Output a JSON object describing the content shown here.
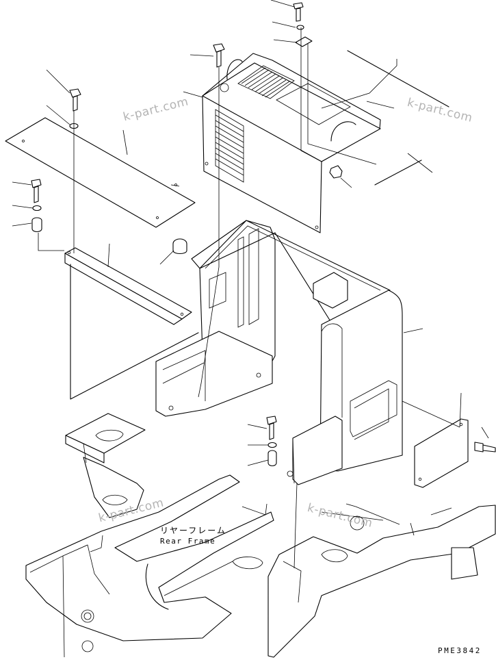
{
  "watermark": "k-part.com",
  "labels": {
    "rear_frame_jp": "リヤーフレーム",
    "rear_frame_en": "Rear Frame"
  },
  "drawing_code": "PME3842"
}
